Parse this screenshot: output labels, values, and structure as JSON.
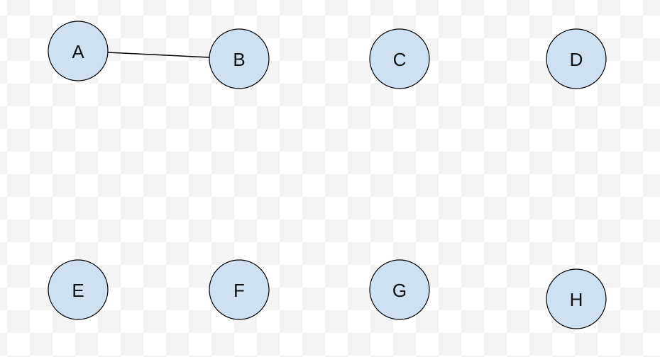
{
  "diagram": {
    "nodes": [
      {
        "id": "A",
        "label": "A"
      },
      {
        "id": "B",
        "label": "B"
      },
      {
        "id": "C",
        "label": "C"
      },
      {
        "id": "D",
        "label": "D"
      },
      {
        "id": "E",
        "label": "E"
      },
      {
        "id": "F",
        "label": "F"
      },
      {
        "id": "G",
        "label": "G"
      },
      {
        "id": "H",
        "label": "H"
      }
    ],
    "edges": [
      {
        "from": "A",
        "to": "B"
      }
    ],
    "colors": {
      "node_fill": "#cfe0f0",
      "node_stroke": "#000000",
      "edge": "#000000"
    }
  }
}
